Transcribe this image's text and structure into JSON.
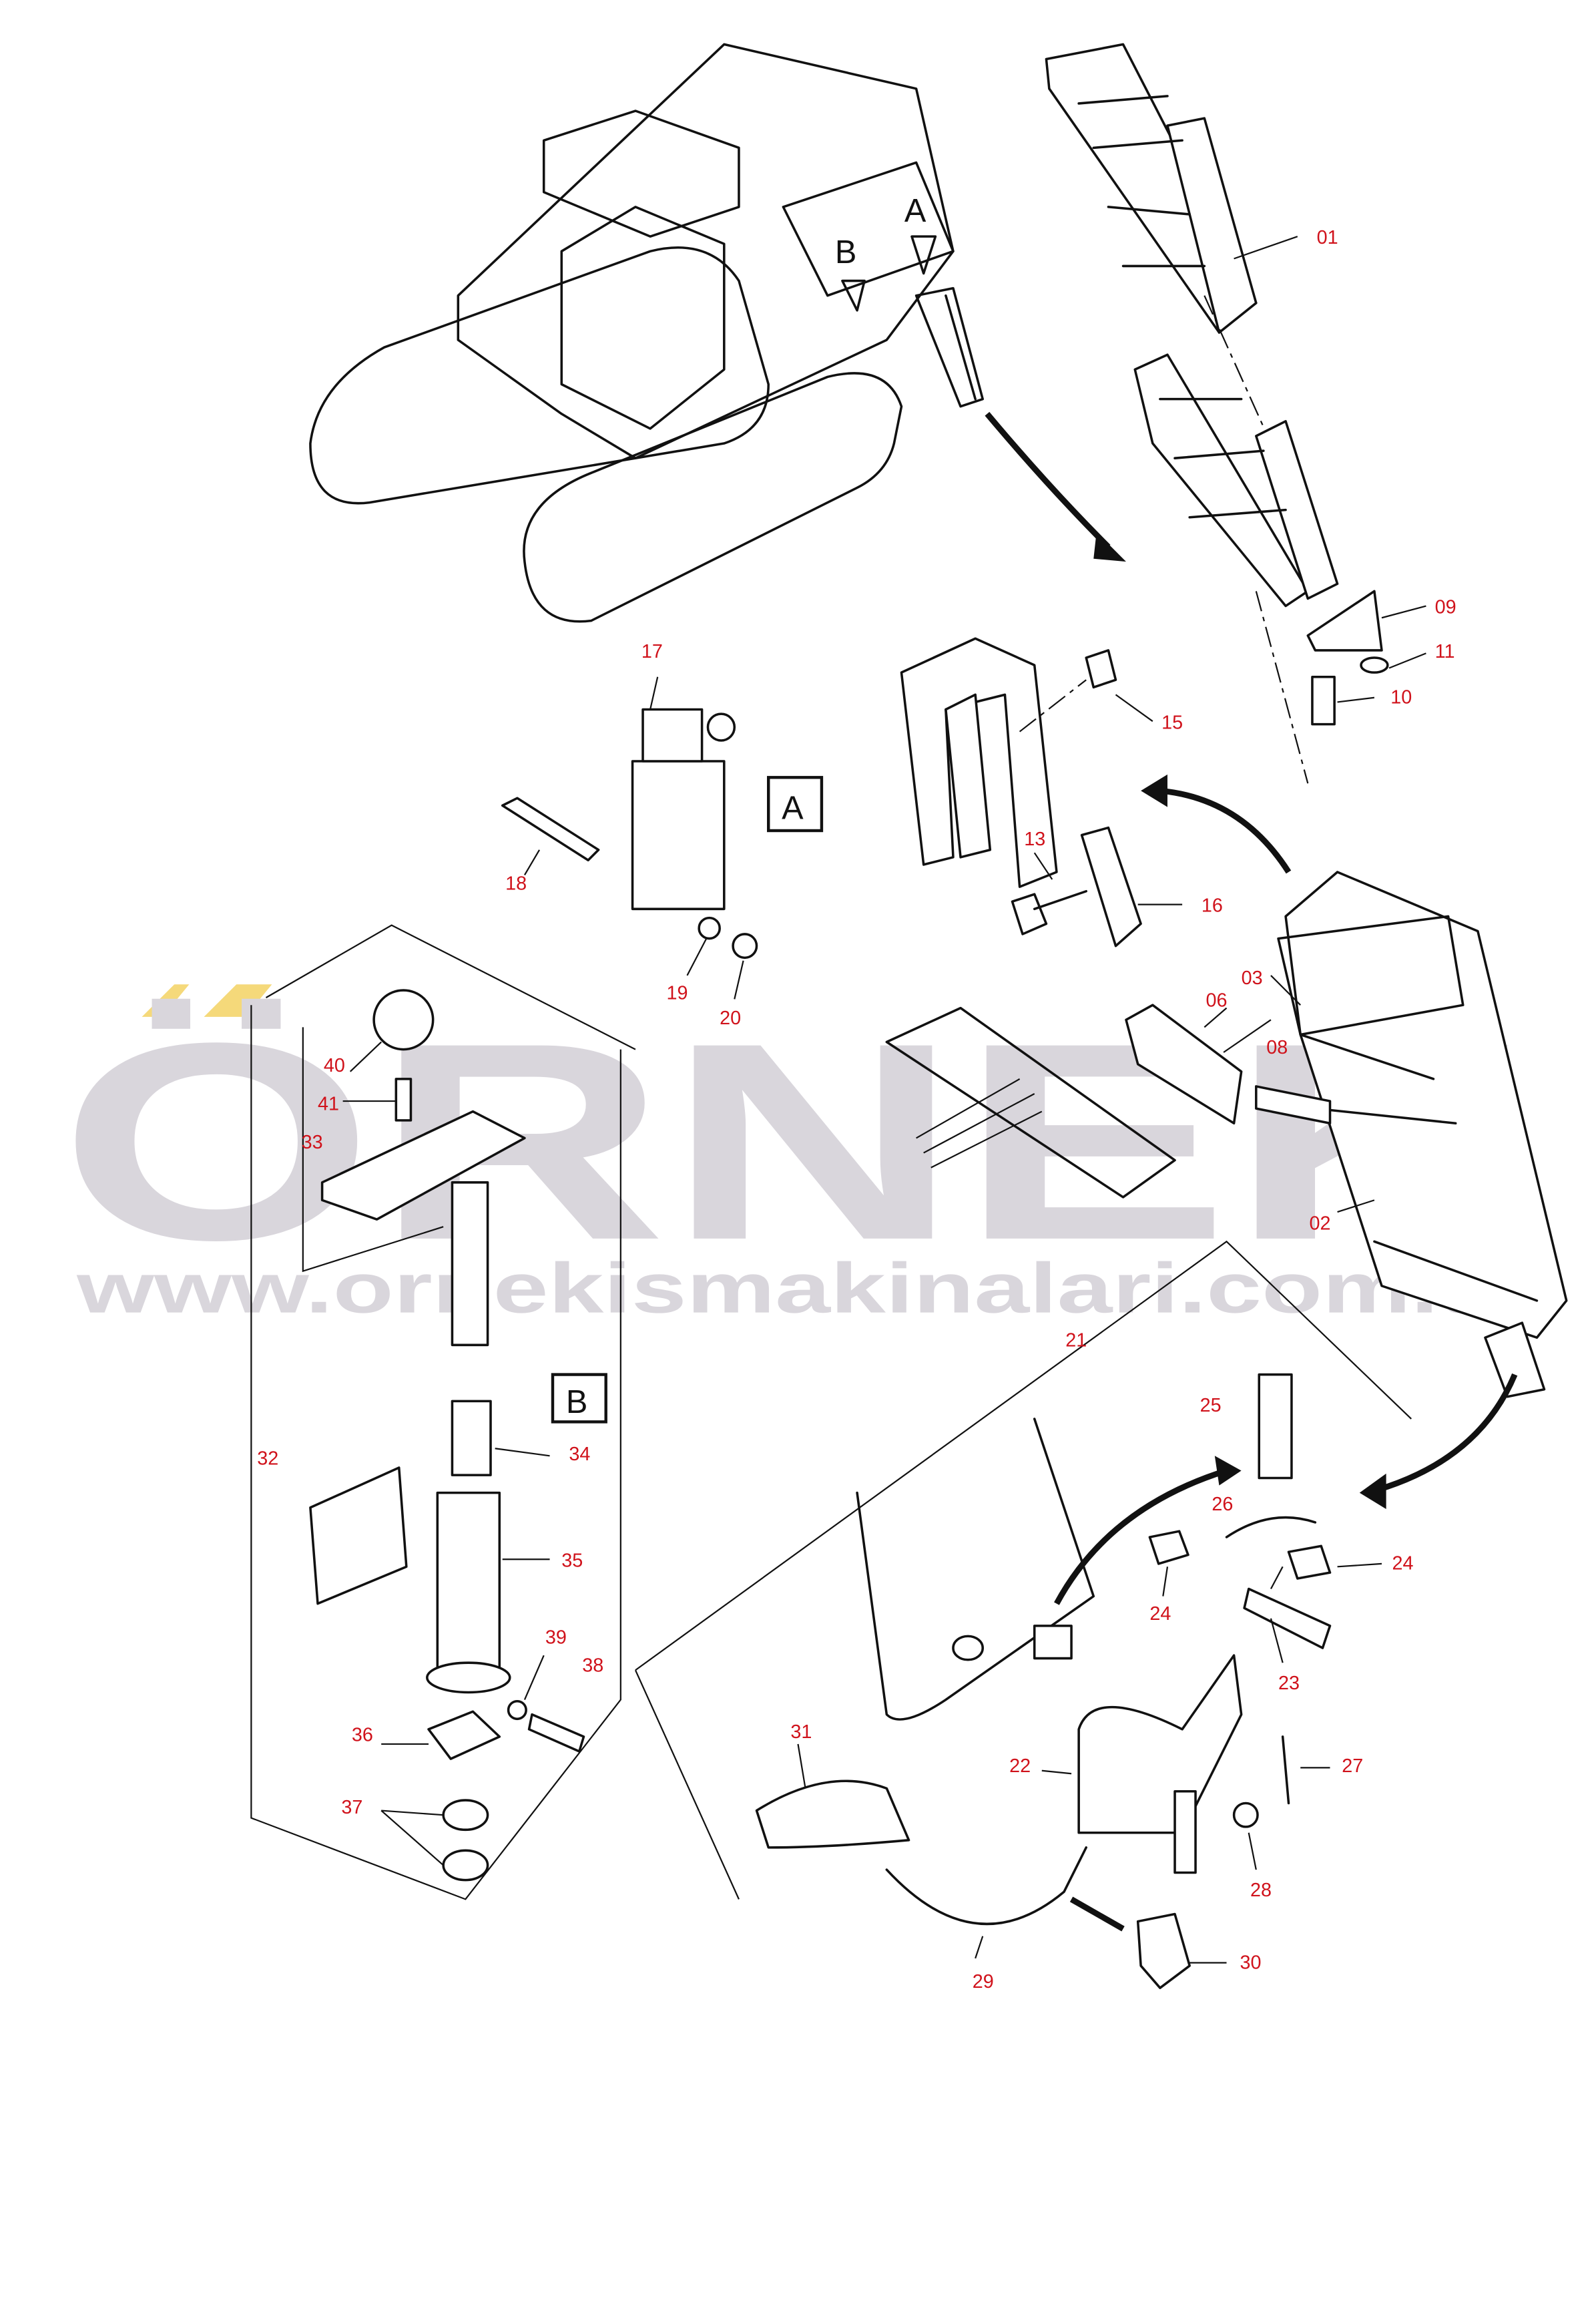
{
  "watermark": {
    "logo_text": "ÖRNEK",
    "url": "www.ornekismakinalari.com.tr",
    "accent_color": "#f5d97a",
    "gray_color": "#d9d6dc"
  },
  "detail_views": {
    "a": "A",
    "b": "B"
  },
  "callout_color": "#d0121b",
  "callouts": {
    "c01": "01",
    "c02": "02",
    "c03": "03",
    "c06": "06",
    "c08": "08",
    "c09": "09",
    "c10": "10",
    "c11": "11",
    "c13": "13",
    "c15": "15",
    "c16": "16",
    "c17": "17",
    "c18": "18",
    "c19": "19",
    "c20": "20",
    "c21": "21",
    "c22": "22",
    "c23": "23",
    "c24a": "24",
    "c24b": "24",
    "c25": "25",
    "c26": "26",
    "c27": "27",
    "c28": "28",
    "c29": "29",
    "c30": "30",
    "c31": "31",
    "c32": "32",
    "c33": "33",
    "c34": "34",
    "c35": "35",
    "c36": "36",
    "c37": "37",
    "c38": "38",
    "c39": "39",
    "c40": "40",
    "c41": "41"
  }
}
